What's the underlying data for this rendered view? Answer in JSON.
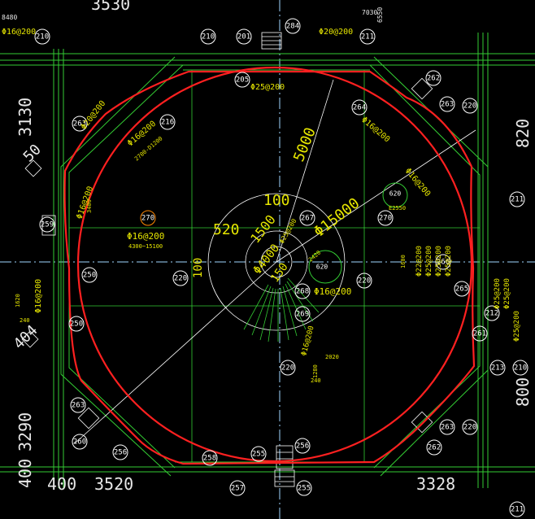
{
  "dimensions": {
    "top_left": "3530",
    "top_small_1": "8480",
    "top_small_2": "7030",
    "top_small_3": "6550",
    "left_upper": "3130",
    "left_lower": "3290",
    "left_bottom": "400",
    "left_mid_small": "1620",
    "left_mid_small2": "240",
    "bottom_left_400": "400",
    "bottom_left": "3520",
    "bottom_right": "3328",
    "right_upper": "820",
    "right_lower": "800",
    "diag_upper_left": "50",
    "diag_lower_left": "404",
    "radius_5000": "5000",
    "diameter_15000": "Φ15000",
    "center_100_top": "100",
    "center_100_left": "100",
    "center_520": "520",
    "center_1500": "1500",
    "center_d4000": "Φ4000",
    "center_150": "150",
    "center_2420": "2420",
    "small_2020": "2020",
    "small_1280": "1280",
    "small_240": "240",
    "small_e2550": "E2550",
    "small_1600": "1600",
    "small_4300": "4300~15100",
    "small_2700": "2700-D1200",
    "small_3400": "3400"
  },
  "rebar": {
    "top_left": "Φ16@200",
    "top_right": "Φ20@200",
    "arc_top": "Φ25@200",
    "upper_left_diag": "Φ20@200",
    "upper_left_diag2": "Φ16@200",
    "upper_right_diag": "Φ16@200",
    "right_inner": "Φ16@200",
    "left_main": "Φ16@200",
    "left_side": "Φ16@200",
    "left_vertical": "Φ16@200",
    "center_right": "Φ16@200",
    "center_diag": "Φ25@200",
    "center_diag2": "Φ16@200",
    "right_stack_1": "Φ22@200",
    "right_stack_2": "Φ25@200",
    "right_stack_3": "Φ25@200",
    "right_stack_4": "Φ25@200",
    "right_lower_1": "Φ25@200",
    "right_lower_2": "Φ25@200",
    "right_lower_3": "Φ25@200"
  },
  "bubbles": {
    "b210_top": "210",
    "b210_top2": "210",
    "b201": "201",
    "b284": "284",
    "b211": "211",
    "b205": "205",
    "b216": "216",
    "b263": "263",
    "b262": "262",
    "b263b": "263",
    "b220_tr": "220",
    "b264": "264",
    "b270_left": "270",
    "b270_right": "270",
    "b268": "268",
    "b267": "267",
    "b620a": "620",
    "b620b": "620",
    "b211_r": "211",
    "b265": "265",
    "b220_mid": "220",
    "b220_c": "220",
    "b220_c2": "220",
    "b250_l": "250",
    "b250_l2": "250",
    "b259": "259",
    "b263_bl": "263",
    "b256": "256",
    "b260": "260",
    "b255": "255",
    "b255b": "255",
    "b257": "257",
    "b258": "258",
    "b256b": "256",
    "b262_br": "262",
    "b263_br": "263",
    "b220_br": "220",
    "b212": "212",
    "b210_r": "210",
    "b213": "213",
    "b211_br": "211",
    "b269": "269",
    "b261": "261",
    "b266": "266"
  }
}
